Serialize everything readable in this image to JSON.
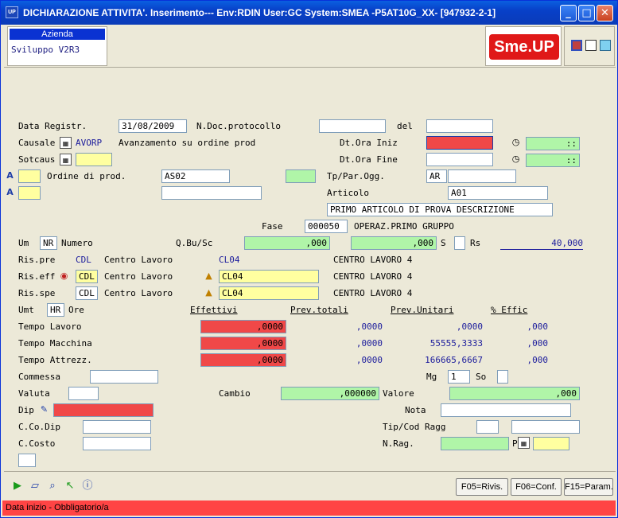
{
  "window": {
    "title": "DICHIARAZIONE ATTIVITA'.  Inserimento--- Env:RDIN User:GC System:SMEA -P5AT10G_XX- [947932-2-1]",
    "icon": "UP",
    "minimize": "_",
    "maximize": "□",
    "close": "✕"
  },
  "header": {
    "azienda_caption": "Azienda",
    "azienda_value": "Sviluppo V2R3",
    "logo": "Sme.UP"
  },
  "form": {
    "data_registr_label": "Data Registr.",
    "data_registr": "31/08/2009",
    "ndoc_label": "N.Doc.protocollo",
    "ndoc": "",
    "del_label": "del",
    "del": "",
    "causale_label": "Causale",
    "causale_code": "AVORP",
    "causale_desc": "Avanzamento su ordine prod",
    "dtora_iniz_label": "Dt.Ora Iniz",
    "dtora_iniz": "",
    "ora_iniz": "::",
    "sotcaus_label": "Sotcaus",
    "sotcaus": "",
    "dtora_fine_label": "Dt.Ora Fine",
    "dtora_fine": "",
    "ora_fine": "::",
    "ordine_label": "Ordine di prod.",
    "ordine_value": "AS02",
    "ordine_extra": "",
    "tppar_label": "Tp/Par.Ogg.",
    "tppar": "AR",
    "tppar2": "",
    "articolo_label": "Articolo",
    "articolo": "A01",
    "articolo_desc": "PRIMO ARTICOLO DI PROVA DESCRIZIONE",
    "fase_label": "Fase",
    "fase": "000050",
    "fase_desc": "OPERAZ.PRIMO GRUPPO",
    "um_label": "Um",
    "um": "NR",
    "um_desc": "Numero",
    "qbu_label": "Q.Bu/Sc",
    "qbu": ",000",
    "qsc": ",000",
    "s_label": "S",
    "rs_label": "Rs",
    "rs_value": "40,000",
    "rispre_label": "Ris.pre",
    "rispre_code": "CDL",
    "rispre_desc": "Centro Lavoro",
    "rispre_val": "CL04",
    "rispre_val_desc": "CENTRO LAVORO 4",
    "riseff_label": "Ris.eff",
    "riseff_code": "CDL",
    "riseff_desc": "Centro Lavoro",
    "riseff_val": "CL04",
    "riseff_val_desc": "CENTRO LAVORO 4",
    "risspe_label": "Ris.spe",
    "risspe_code": "CDL",
    "risspe_desc": "Centro Lavoro",
    "risspe_val": "CL04",
    "risspe_val_desc": "CENTRO LAVORO 4",
    "umt_label": "Umt",
    "umt": "HR",
    "umt_desc": "Ore",
    "col_effettivi": "Effettivi",
    "col_prevtot": "Prev.totali",
    "col_prevunit": "Prev.Unitari",
    "col_effic": "% Effic",
    "rows": [
      {
        "label": "Tempo Lavoro",
        "eff": ",0000",
        "tot": ",0000",
        "unit": ",0000",
        "effic": ",000"
      },
      {
        "label": "Tempo Macchina",
        "eff": ",0000",
        "tot": ",0000",
        "unit": "55555,3333",
        "effic": ",000"
      },
      {
        "label": "Tempo Attrezz.",
        "eff": ",0000",
        "tot": ",0000",
        "unit": "166665,6667",
        "effic": ",000"
      }
    ],
    "commessa_label": "Commessa",
    "commessa": "",
    "mg_label": "Mg",
    "mg": "1",
    "so_label": "So",
    "so": "",
    "valuta_label": "Valuta",
    "valuta": "",
    "cambio_label": "Cambio",
    "cambio": ",000000",
    "valore_label": "Valore",
    "valore": ",000",
    "dip_label": "Dip",
    "dip": "",
    "nota_label": "Nota",
    "nota": "",
    "ccodip_label": "C.Co.Dip",
    "ccodip": "",
    "tipcod_label": "Tip/Cod Ragg",
    "tipcod1": "",
    "tipcod2": "",
    "ccosto_label": "C.Costo",
    "ccosto": "",
    "nrag_label": "N.Rag.",
    "nrag": "",
    "p_label": "P",
    "p_value": ""
  },
  "footer": {
    "f05": "F05=Rivis.",
    "f06": "F06=Conf.",
    "f15": "F15=Param."
  },
  "status": "Data inizio - Obbligatorio/a",
  "colors": {
    "title_bar": "#0a3bb8",
    "required": "#f04848",
    "computed": "#b0f5a8",
    "highlight": "#ffffa0",
    "status": "#f44444"
  }
}
